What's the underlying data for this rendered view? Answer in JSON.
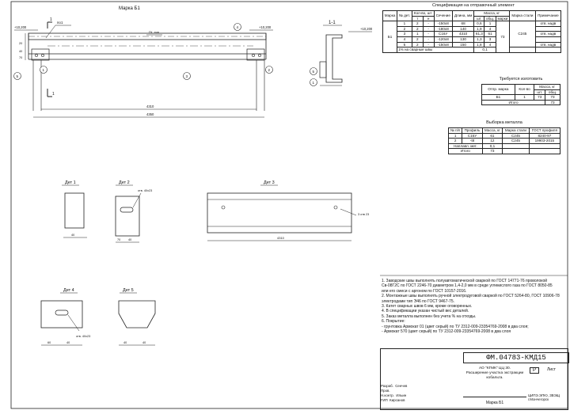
{
  "drawing": {
    "main_title": "Марка Б1",
    "section_title": "1-1",
    "elev_top_left": "+10,200",
    "elev_top_right": "+10,200",
    "section_elev": "+10,200",
    "dim_inner": "4310",
    "dim_outer": "4350",
    "dim_left_a": "20",
    "dim_left_b": "40",
    "dim_left_c": "70",
    "pos_labels": [
      "1",
      "2",
      "3",
      "4",
      "5"
    ],
    "leader_1": "по1",
    "leader_gk": "ГК, тип",
    "cut_mark": "1",
    "details": {
      "d1": "Дет 1",
      "d2": "Дет 2",
      "d3": "Дет 3",
      "d4": "Дет 4",
      "d5": "Дет 5",
      "d2_hole": "отв. 40x23",
      "d3_hole": "3 отв 23",
      "d4_hole": "отв. 40x23",
      "d3_dim": "4310",
      "d_dims": [
        "40",
        "70",
        "40",
        "60",
        "40",
        "40",
        "40"
      ]
    }
  },
  "spec": {
    "title": "Спецификация на отправочный элемент",
    "headers": [
      "Марка",
      "№ дет.",
      "Кол-во, шт",
      "Сечение",
      "Длина, мм",
      "Масса, кг",
      "Марка стали",
      "Примечание"
    ],
    "sub_headers": [
      "т",
      "н",
      "шт.",
      "общ.",
      "марки"
    ],
    "mark": "Б1",
    "steel": "С245",
    "mass_mark": "73",
    "rows": [
      {
        "n": "1",
        "t": "2",
        "h": "-",
        "sec": "-150x8",
        "len": "68",
        "m1": "0,6",
        "m2": "1",
        "note": "отв. надв"
      },
      {
        "n": "2",
        "t": "2",
        "h": "-",
        "sec": "-180x8",
        "len": "140",
        "m1": "1,9",
        "m2": "4",
        "note": ""
      },
      {
        "n": "3",
        "t": "1",
        "h": "-",
        "sec": "С16У",
        "len": "4310",
        "m1": "61,3",
        "m2": "61",
        "note": "отв. надв"
      },
      {
        "n": "4",
        "t": "2",
        "h": "-",
        "sec": "-120x8",
        "len": "130",
        "m1": "1,3",
        "m2": "3",
        "note": ""
      },
      {
        "n": "5",
        "t": "2",
        "h": "-",
        "sec": "-150x8",
        "len": "150",
        "m1": "1,8",
        "m2": "4",
        "note": "отв. надв"
      }
    ],
    "welds_label": "1% на сварные швы",
    "welds_value": "0,1"
  },
  "need": {
    "title": "Требуется изготовить",
    "headers": [
      "Отпр. марка",
      "Кол-во",
      "Масса, кг"
    ],
    "sub_headers": [
      "шт.",
      "общ."
    ],
    "row": [
      "Б1",
      "1",
      "73",
      "73"
    ],
    "total_label": "Итого",
    "total_value": "73"
  },
  "metal": {
    "title": "Выборка металла",
    "headers": [
      "№ п/п",
      "Профиль",
      "Масса, кг",
      "Марка стали",
      "ГОСТ профиля"
    ],
    "rows": [
      [
        "1",
        "С16У",
        "61",
        "С245",
        "8240-97"
      ],
      [
        "2",
        "-t8",
        "12",
        "С245",
        "19903-2015"
      ]
    ],
    "weld_label": "Наплавл. мет.",
    "weld_value": "0,1",
    "total_label": "Итого",
    "total_value": "73"
  },
  "notes": [
    "1. Заводские швы выполнять полуавтоматической сваркой по ГОСТ 14771-76 проволокой",
    "   Св-08Г2С по ГОСТ 2246-70 диаметром 1,4-2,0 мм в среде углекислого газа по ГОСТ 8050-85",
    "   или его смеси с аргоном по ГОСТ 10157-2016.",
    "2. Монтажные швы выполнять ручной электродуговой сваркой по ГОСТ 5264-80, ГОСТ 10906-78",
    "   электродами тип Э46 по ГОСТ 9467-75.",
    "3. Катет сварных швов 6 мм, кроме оговоренных.",
    "4. В спецификации указан чистый вес деталей.",
    "5. Заказ металла выполнен без учета % на отходы.",
    "6. Покрытие:",
    "   - грунтовка Армокат 01 (цвет серый) по ТУ 2312-009-23354769-2008 в два слоя;",
    "   - Армокат 570 (цвет серый) по ТУ 2312-009-23354769-2008 в два слоя"
  ],
  "stamp": {
    "code": "ФМ.04783-КМД15",
    "company": "АО \"КГМК\" ЦЦ 30.",
    "object": "Расширение участка экстракции кобальта.",
    "stage": "Р",
    "sheet_label": "Лист",
    "mark": "Марка Б1",
    "rows": [
      [
        "Разраб.",
        "Сенчев"
      ],
      [
        "Пров.",
        ""
      ],
      [
        "Н.контр.",
        "Ильин"
      ],
      [
        "ГИП",
        "Кирсанов"
      ]
    ],
    "org": "ЦИПЭ.ЭПЮ, ЗВЭЩ г.Мончегорск"
  }
}
